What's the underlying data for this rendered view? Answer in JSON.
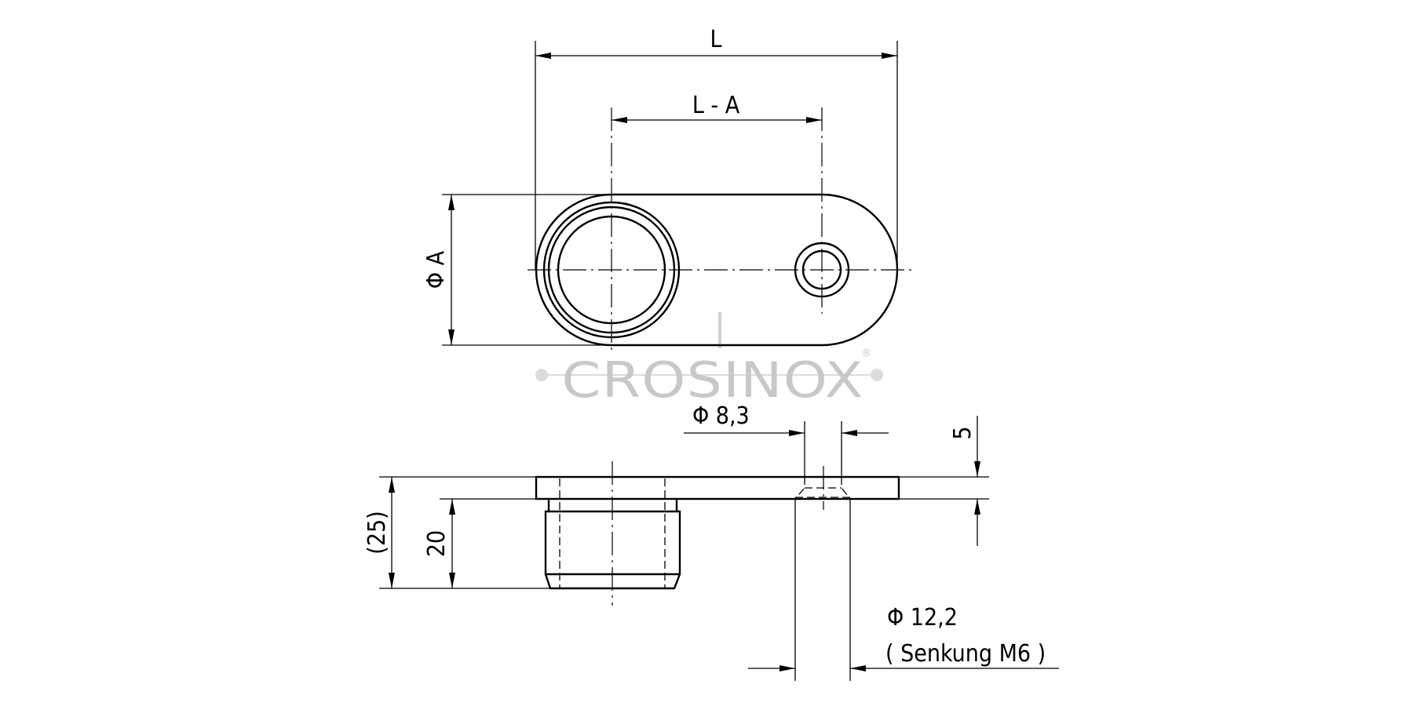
{
  "drawing": {
    "top_view": {
      "dim_length": "L",
      "dim_center_distance": "L - A",
      "dim_diameter": "Φ A"
    },
    "side_view": {
      "dim_total_height": "(25)",
      "dim_boss_height": "20",
      "dim_plate_thickness": "5",
      "dim_hole_diameter": "Φ 8,3",
      "dim_countersink_diameter": "Φ 12,2",
      "countersink_note": "( Senkung M6 )"
    },
    "watermark": {
      "brand": "CROSINOX",
      "registered_mark": "®"
    },
    "colors": {
      "line": "#000000",
      "watermark": "#c8c8c8"
    }
  }
}
